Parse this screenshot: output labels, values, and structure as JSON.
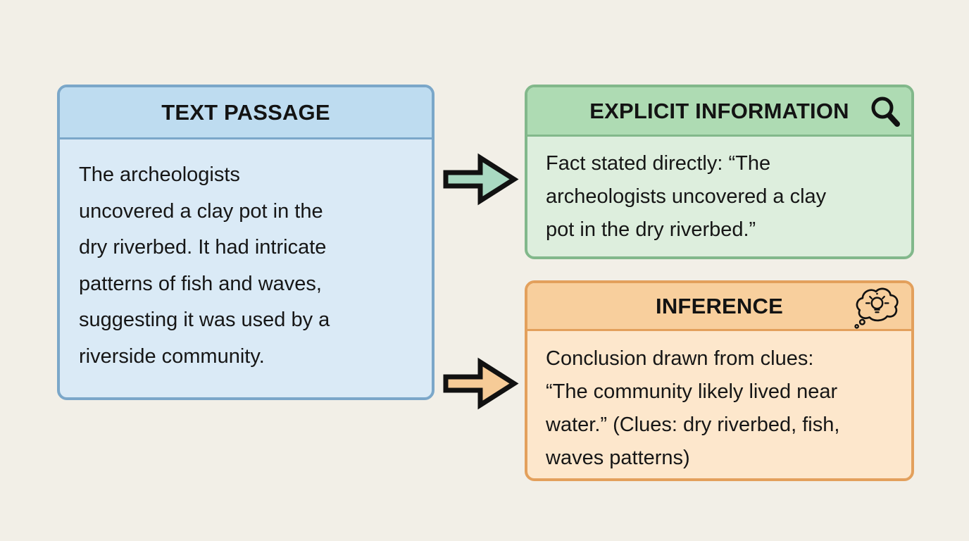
{
  "background_color": "#f2efe7",
  "passage_box": {
    "title": "TEXT PASSAGE",
    "body_lines": [
      "The archeologists",
      "uncovered a clay pot in the",
      "dry riverbed. It had intricate",
      "patterns of fish and waves,",
      "suggesting it was used by a",
      "riverside community."
    ],
    "header_bg": "#bedcf0",
    "body_bg": "#daeaf6",
    "border_color": "#7ba7c9"
  },
  "explicit_box": {
    "title": "EXPLICIT INFORMATION",
    "icon": "magnifier-icon",
    "body_lines": [
      "Fact stated directly: “The",
      "archeologists uncovered a clay",
      "pot in the dry riverbed.”"
    ],
    "header_bg": "#aedbb3",
    "body_bg": "#ddeedd",
    "border_color": "#82b88b"
  },
  "inference_box": {
    "title": "INFERENCE",
    "icon": "thought-bubble-lightbulb-icon",
    "body_lines": [
      "Conclusion drawn from clues:",
      "“The community likely lived near",
      "water.” (Clues: dry riverbed, fish,",
      "waves patterns)"
    ],
    "header_bg": "#f8cf9d",
    "body_bg": "#fde7cc",
    "border_color": "#e3a05c"
  },
  "arrows": {
    "top_fill": "#a9d9c2",
    "bottom_fill": "#f6cb97",
    "outline_color": "#111111"
  }
}
